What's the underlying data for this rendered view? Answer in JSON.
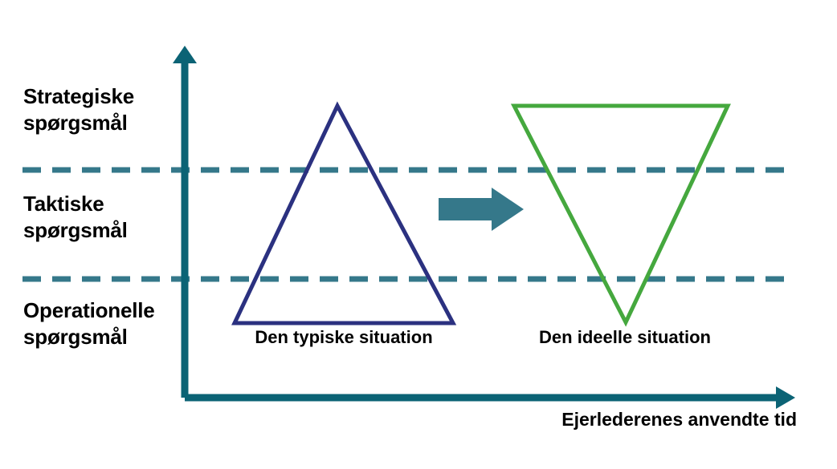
{
  "chart_data": {
    "type": "diagram",
    "title": "Ejerlederenes anvendte tid",
    "xlabel": "Ejerlederenes anvendte tid",
    "ylabel": "",
    "bands": [
      {
        "id": "strategic",
        "label": "Strategiske\nspørgsmål"
      },
      {
        "id": "tactical",
        "label": "Taktiske\nspørgsmål"
      },
      {
        "id": "operational",
        "label": "Operationelle\nspørgsmål"
      }
    ],
    "shapes": [
      {
        "id": "typical",
        "caption": "Den typiske situation",
        "orientation": "upright-triangle",
        "color": "#2B3180",
        "meaning": "Most time spent on operational questions, least on strategic"
      },
      {
        "id": "ideal",
        "caption": "Den ideelle situation",
        "orientation": "inverted-triangle",
        "color": "#45A83E",
        "meaning": "Most time spent on strategic questions, least on operational"
      }
    ],
    "transition_arrow": {
      "from": "typical",
      "to": "ideal",
      "color": "#35788A"
    },
    "grid": true,
    "legend": "none"
  },
  "diagram": {
    "band_labels": {
      "strategic": "Strategiske\nspørgsmål",
      "tactical": "Taktiske\nspørgsmål",
      "operational": "Operationelle\nspørgsmål"
    },
    "captions": {
      "typical": "Den typiske situation",
      "ideal": "Den ideelle situation"
    },
    "axis": {
      "x_label": "Ejerlederenes anvendte tid",
      "y_label": ""
    },
    "colors": {
      "axis": "#0B6375",
      "divider": "#35788A",
      "arrow": "#35788A",
      "typical_triangle": "#2B3180",
      "ideal_triangle": "#45A83E",
      "background": "#FFFFFF",
      "text": "#000000"
    }
  }
}
